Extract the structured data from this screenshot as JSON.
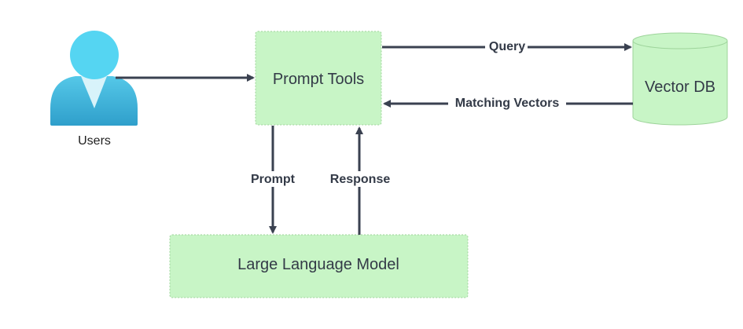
{
  "diagram": {
    "nodes": {
      "users": {
        "label": "Users",
        "icon": "user-icon"
      },
      "prompt_tools": {
        "label": "Prompt Tools"
      },
      "vector_db": {
        "label": "Vector DB"
      },
      "llm": {
        "label": "Large Language Model"
      }
    },
    "edges": {
      "query": {
        "label": "Query",
        "from": "Prompt Tools",
        "to": "Vector DB"
      },
      "matching_vectors": {
        "label": "Matching Vectors",
        "from": "Vector DB",
        "to": "Prompt Tools"
      },
      "prompt": {
        "label": "Prompt",
        "from": "Prompt Tools",
        "to": "Large Language Model"
      },
      "response": {
        "label": "Response",
        "from": "Large Language Model",
        "to": "Prompt Tools"
      },
      "users_to_tools": {
        "label": "",
        "from": "Users",
        "to": "Prompt Tools"
      }
    }
  },
  "colors": {
    "node_fill": "#c8f5c6",
    "node_stroke": "#9ed49b",
    "edge": "#3a4150",
    "text": "#333a47",
    "user_head": "#55d5f2",
    "user_body": "#3fb6d9",
    "user_collar": "#d8f3fa"
  }
}
